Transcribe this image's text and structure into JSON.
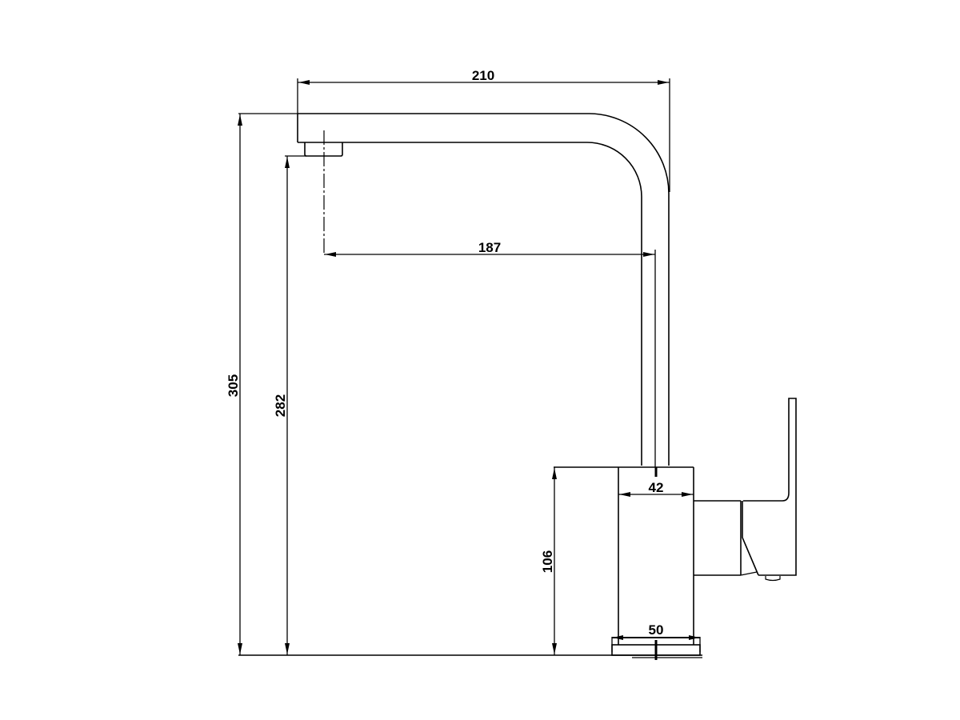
{
  "drawing": {
    "subject": "Kitchen mixer tap — side elevation",
    "units": "mm",
    "line_color": "#000000",
    "background": "#ffffff"
  },
  "dimensions": {
    "spout_reach_overall": {
      "label": "210",
      "orientation": "horizontal"
    },
    "spout_reach_to_outlet": {
      "label": "187",
      "orientation": "horizontal"
    },
    "overall_height": {
      "label": "305",
      "orientation": "vertical"
    },
    "outlet_height": {
      "label": "282",
      "orientation": "vertical"
    },
    "body_height": {
      "label": "106",
      "orientation": "vertical"
    },
    "body_width": {
      "label": "42",
      "orientation": "horizontal"
    },
    "base_width": {
      "label": "50",
      "orientation": "horizontal"
    }
  }
}
